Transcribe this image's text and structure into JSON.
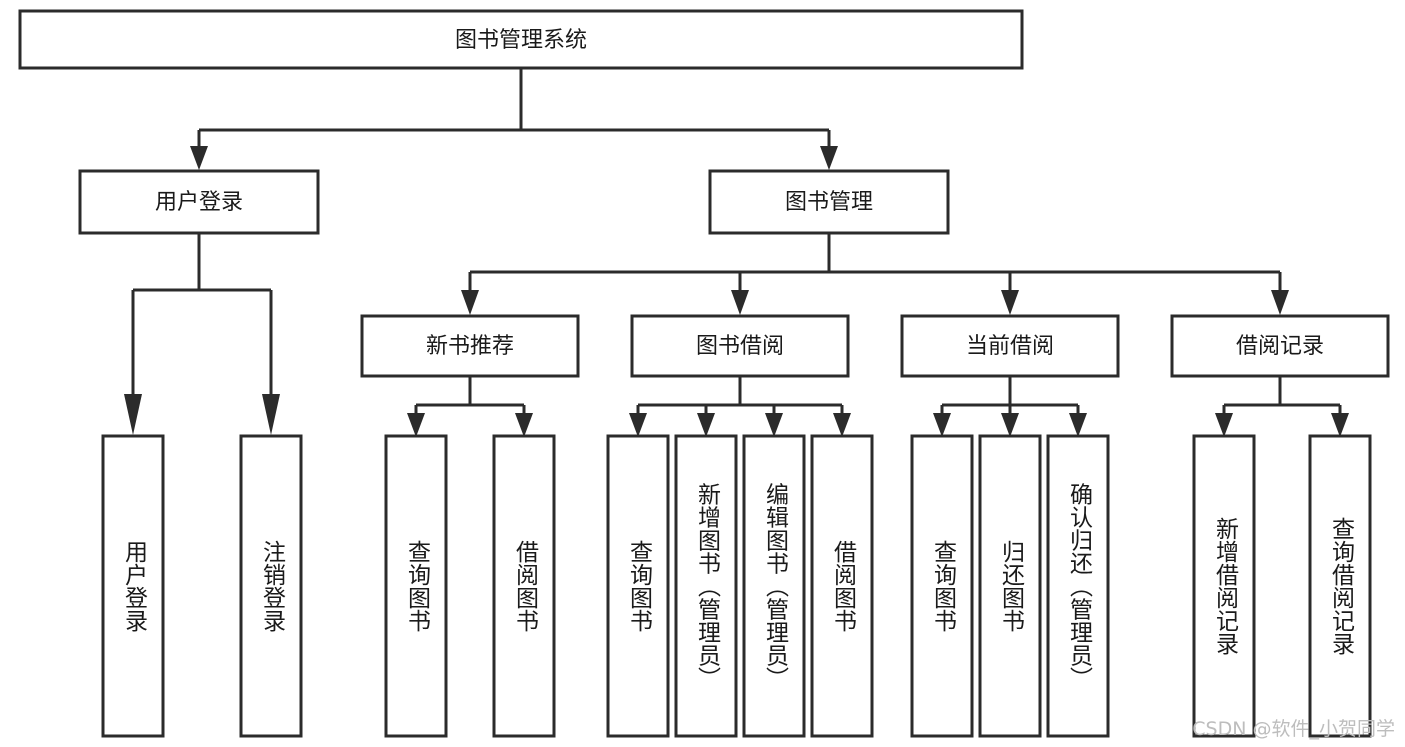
{
  "diagram": {
    "title": "图书管理系统",
    "type": "hierarchy-tree",
    "colors": {
      "box_stroke": "#2b2b2b",
      "box_fill": "#ffffff",
      "connector": "#2b2b2b",
      "text": "#1a1a1a",
      "watermark": "#bdbdbd",
      "background": "#ffffff"
    },
    "root": {
      "label": "图书管理系统"
    },
    "level1": [
      {
        "label": "用户登录"
      },
      {
        "label": "图书管理"
      }
    ],
    "level2": [
      {
        "label": "新书推荐"
      },
      {
        "label": "图书借阅"
      },
      {
        "label": "当前借阅"
      },
      {
        "label": "借阅记录"
      }
    ],
    "leaves": {
      "user_login": [
        {
          "label": "用户登录"
        },
        {
          "label": "注销登录"
        }
      ],
      "new_book_recommend": [
        {
          "label": "查询图书"
        },
        {
          "label": "借阅图书"
        }
      ],
      "book_borrow": [
        {
          "label": "查询图书"
        },
        {
          "label": "新增图书（管理员）"
        },
        {
          "label": "编辑图书（管理员）"
        },
        {
          "label": "借阅图书"
        }
      ],
      "current_borrow": [
        {
          "label": "查询图书"
        },
        {
          "label": "归还图书"
        },
        {
          "label": "确认归还（管理员）"
        }
      ],
      "borrow_record": [
        {
          "label": "新增借阅记录"
        },
        {
          "label": "查询借阅记录"
        }
      ]
    }
  },
  "watermark": {
    "text": "CSDN @软件_小贺同学"
  }
}
